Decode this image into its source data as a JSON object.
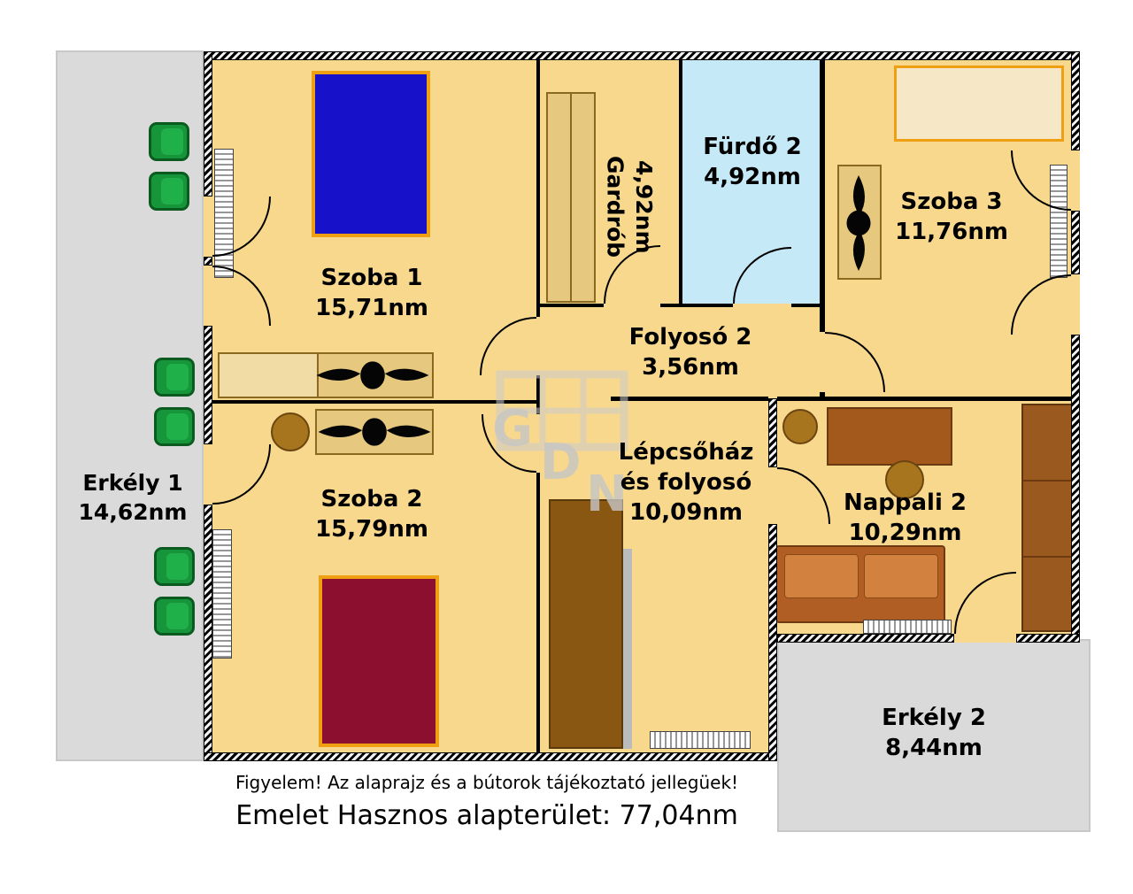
{
  "rooms": {
    "szoba1": {
      "name": "Szoba 1",
      "area": "15,71nm"
    },
    "szoba2": {
      "name": "Szoba 2",
      "area": "15,79nm"
    },
    "szoba3": {
      "name": "Szoba 3",
      "area": "11,76nm"
    },
    "gardrob": {
      "name": "Gardrób",
      "area": "4,92nm"
    },
    "furdo2": {
      "name": "Fürdő 2",
      "area": "4,92nm"
    },
    "folyoso2": {
      "name": "Folyosó 2",
      "area": "3,56nm"
    },
    "lepcsohaz": {
      "name_line1": "Lépcsőház",
      "name_line2": "és folyosó",
      "area": "10,09nm"
    },
    "nappali2": {
      "name": "Nappali 2",
      "area": "10,29nm"
    },
    "erkely1": {
      "name": "Erkély 1",
      "area": "14,62nm"
    },
    "erkely2": {
      "name": "Erkély 2",
      "area": "8,44nm"
    }
  },
  "watermark": {
    "letters": [
      "G",
      "D",
      "N"
    ]
  },
  "footer": {
    "disclaimer": "Figyelem! Az alaprajz és a bútorok tájékoztató jellegüek!",
    "total": "Emelet Hasznos alapterület: 77,04nm"
  },
  "colors": {
    "floor": "#F8D88D",
    "bathroom": "#C5E9F7",
    "balcony": "#DADADA",
    "bed_blue": "#1712C9",
    "bed_red": "#8C0F2F",
    "furniture_frame_orange": "#EFA012",
    "stairs_brown": "#8A5713",
    "sofa_orange": "#C06A2E",
    "wood_tan": "#E6C87E",
    "chair_green": "#17953A"
  }
}
